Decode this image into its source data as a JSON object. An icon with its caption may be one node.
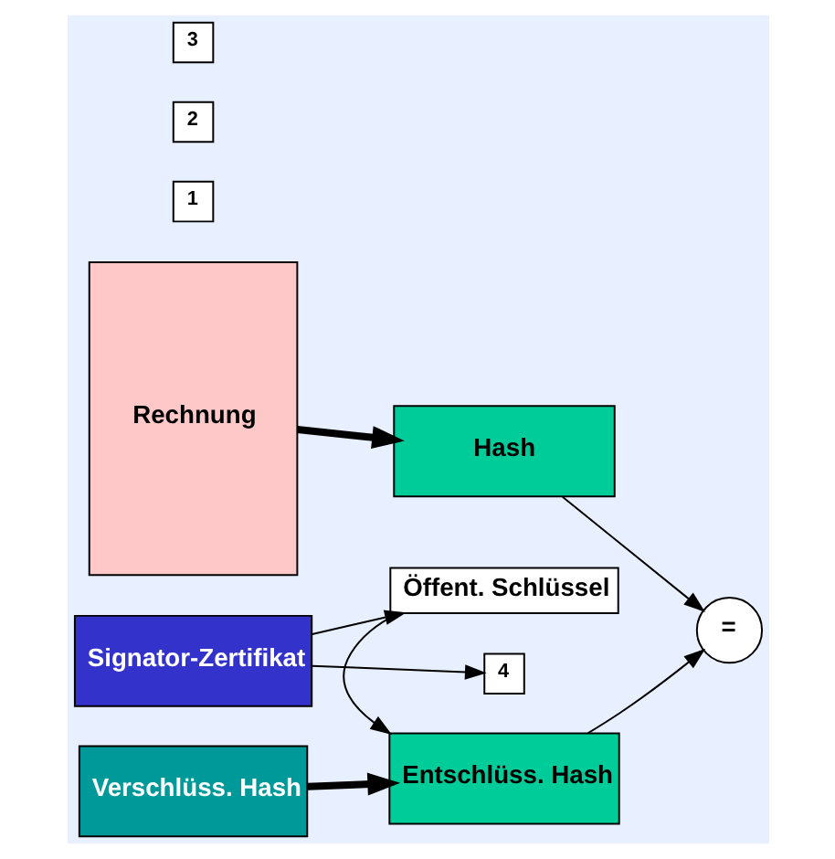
{
  "diagram": {
    "nodes": [
      {
        "text": [
          "Rechnung"
        ]
      },
      {
        "text": [
          "Verschlüss. Hash"
        ]
      },
      {
        "text": [
          "Signator-Zertifikat"
        ]
      },
      {
        "text": [
          "Hash"
        ]
      },
      {
        "text": [
          "="
        ]
      },
      {
        "text": [
          "Entschlüss. Hash"
        ]
      },
      {
        "text": [
          "Öffent. Schlüssel"
        ]
      },
      {
        "text": [
          "1"
        ]
      },
      {
        "text": [
          "2"
        ]
      },
      {
        "text": [
          "3"
        ]
      },
      {
        "text": [
          "4"
        ]
      }
    ],
    "edges": [
      {
        "from": 0,
        "to": 3,
        "arrow": "to",
        "style": "thick"
      },
      {
        "from": 1,
        "to": 5,
        "arrow": "to",
        "style": "thick"
      },
      {
        "from": 2,
        "to": 6,
        "arrow": "to"
      },
      {
        "from": 6,
        "to": 5,
        "arrow": "to"
      },
      {
        "from": 3,
        "to": 4,
        "arrow": "to"
      },
      {
        "from": 5,
        "to": 4,
        "arrow": "to"
      },
      {
        "from": 2,
        "to": 10,
        "arrow": "to"
      }
    ]
  }
}
